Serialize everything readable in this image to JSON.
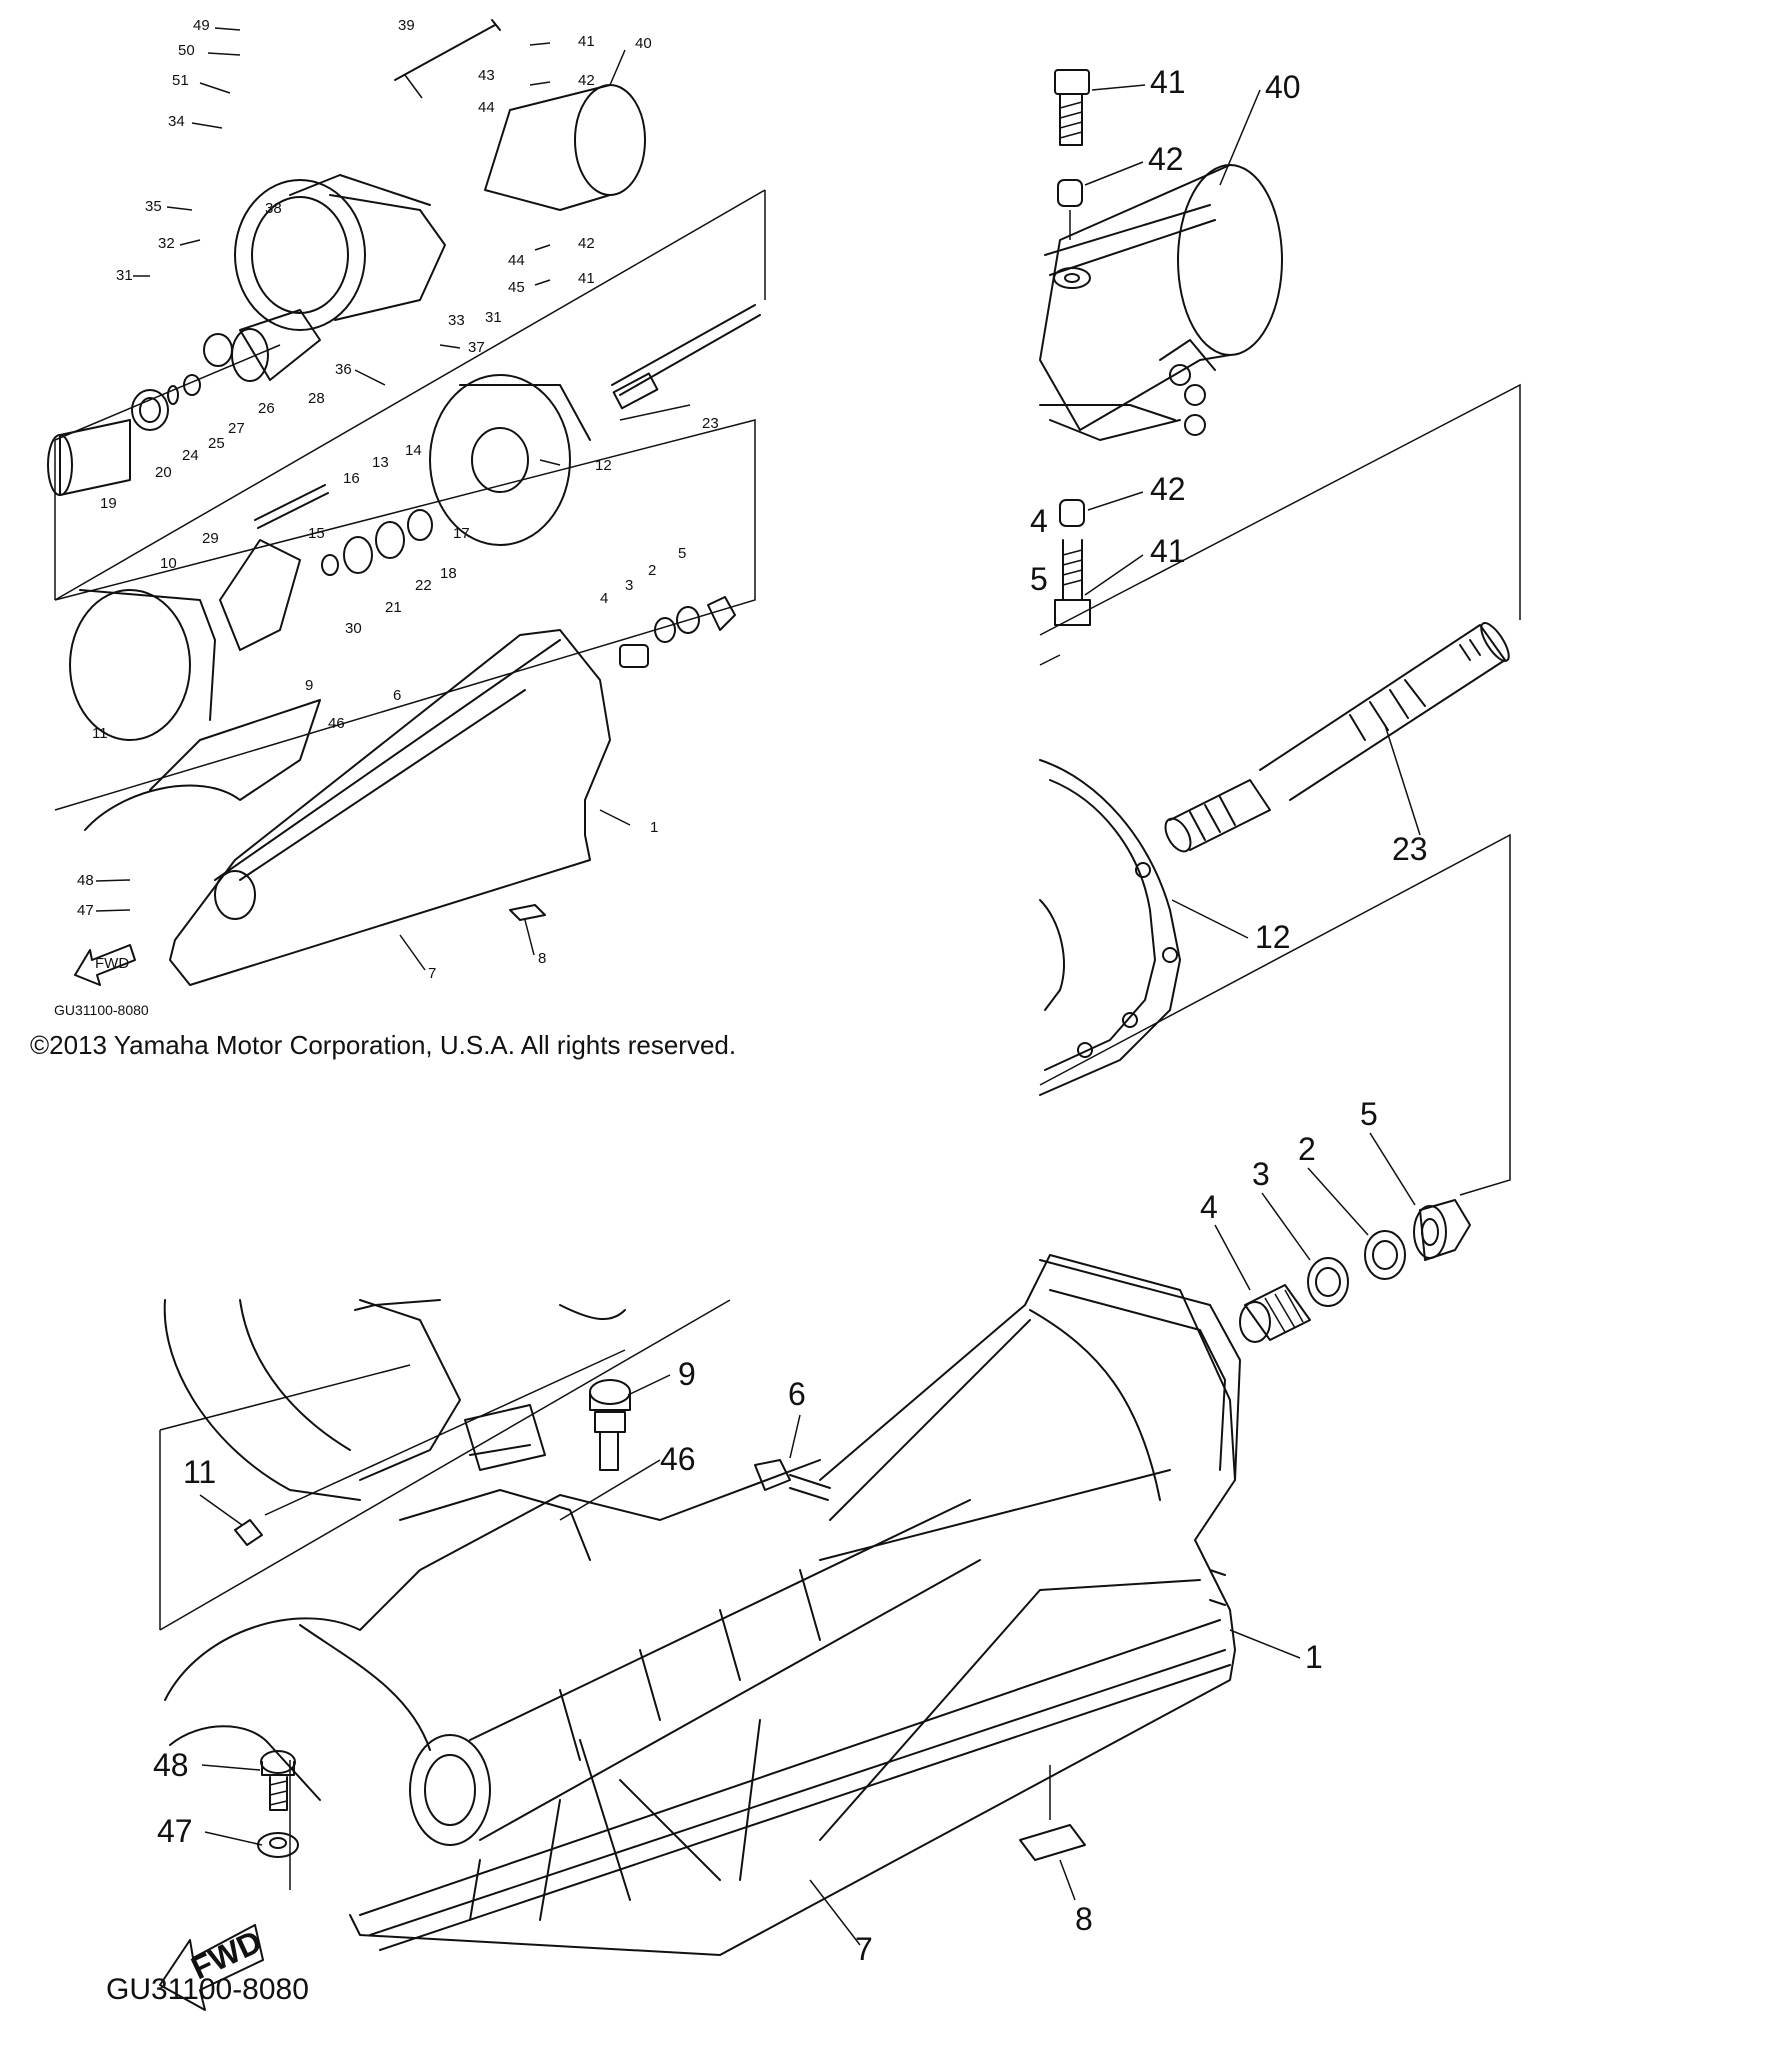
{
  "diagram": {
    "part_code": "GU31100-8080",
    "copyright": "©2013 Yamaha Motor Corporation, U.S.A. All rights reserved.",
    "fwd_label": "FWD"
  },
  "overview_labels": [
    "49",
    "50",
    "51",
    "34",
    "35",
    "32",
    "31",
    "38",
    "39",
    "43",
    "44",
    "41",
    "42",
    "40",
    "44",
    "42",
    "45",
    "41",
    "33",
    "31",
    "37",
    "36",
    "28",
    "26",
    "27",
    "25",
    "24",
    "20",
    "19",
    "23",
    "14",
    "13",
    "16",
    "15",
    "12",
    "29",
    "10",
    "30",
    "21",
    "22",
    "18",
    "17",
    "4",
    "3",
    "2",
    "5",
    "9",
    "6",
    "46",
    "11",
    "1",
    "48",
    "47",
    "8",
    "7"
  ],
  "zoom_top_labels": [
    "41",
    "42",
    "40",
    "42",
    "41",
    "23",
    "12",
    "4",
    "3",
    "2",
    "5"
  ],
  "zoom_bottom_labels": [
    "9",
    "6",
    "46",
    "11",
    "1",
    "48",
    "47",
    "7",
    "8"
  ]
}
